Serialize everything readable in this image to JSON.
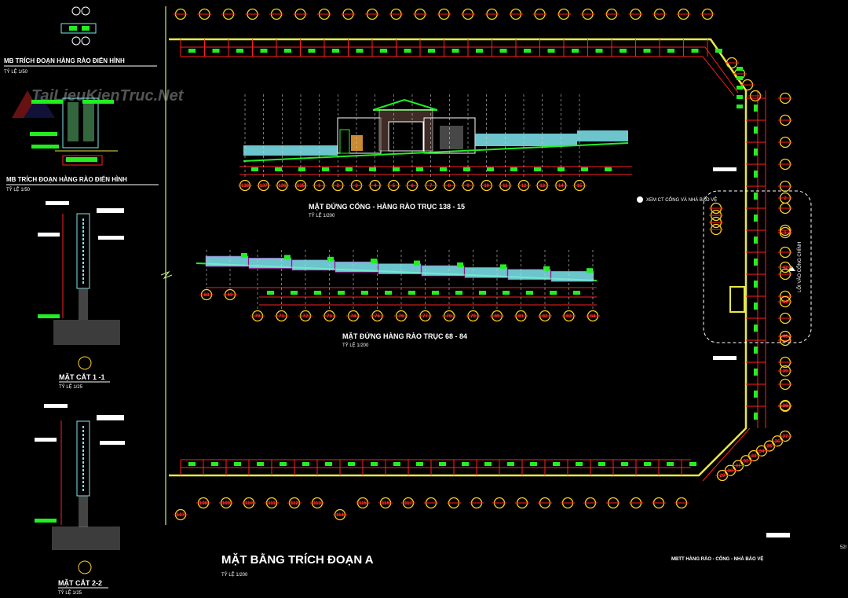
{
  "watermark": "TaiLieuKienTruc.Net",
  "colors": {
    "background": "#000000",
    "wall": "#e8e84a",
    "dim": "#ff2020",
    "tag": "#22ee22",
    "fence": "#7fe8f0",
    "bubble": "#ffd21f",
    "pink": "#ff40ff"
  },
  "details": {
    "plan_title_1": "MB TRÍCH ĐOẠN HÀNG RÀO ĐIỂN HÌNH",
    "plan_scale_1": "TỶ LỆ 1/50",
    "plan_title_2": "MB TRÍCH ĐOẠN HÀNG RÀO ĐIỂN HÌNH",
    "plan_scale_2": "TỶ LỆ 1/50",
    "section_1_title": "MẶT CẮT 1 -1",
    "section_1_scale": "TỶ LỆ 1/25",
    "section_2_title": "MẶT CẮT 2-2",
    "section_2_scale": "TỶ LỆ 1/25"
  },
  "elevation_1": {
    "title": "MẶT ĐỨNG CỔNG - HÀNG RÀO  TRỤC 138 - 15",
    "scale": "TỶ LỆ 1/200",
    "axes": [
      "138",
      "137",
      "136",
      "135",
      "1",
      "2",
      "3",
      "4",
      "5",
      "6",
      "7",
      "8",
      "9",
      "10",
      "11",
      "12",
      "13",
      "14",
      "15"
    ]
  },
  "elevation_2": {
    "title": "MẶT ĐỨNG HÀNG RÀO  TRỤC 68 - 84",
    "scale": "TỶ LỆ 1/200",
    "axes": [
      "68",
      "69",
      "70",
      "71",
      "72",
      "73",
      "74",
      "75",
      "76",
      "77",
      "78",
      "79",
      "80",
      "81",
      "82",
      "83",
      "84"
    ]
  },
  "plan": {
    "title": "MẶT BẰNG TRÍCH ĐOẠN A",
    "scale": "TỶ LỆ 1/200",
    "gate_label": "XEM CT CỔNG VÀ NHÀ BẢO VỆ",
    "entrance_label": "LỐI VÀO CỔNG CHÍNH",
    "right_axes": [
      "2",
      "1",
      "42",
      "41",
      "40",
      "39",
      "38"
    ],
    "corner_axes": [
      "37",
      "36",
      "35",
      "34",
      "33",
      "32",
      "31",
      "30",
      "29"
    ],
    "bottom_axes": [
      "107",
      "108",
      "109",
      "110",
      "111",
      "112",
      "113",
      "114",
      "115",
      "116",
      "117"
    ]
  },
  "sheet": {
    "caption": "MBTT HÀNG RÀO - CỔNG - NHÀ BẢO VỆ",
    "page": "52/"
  }
}
